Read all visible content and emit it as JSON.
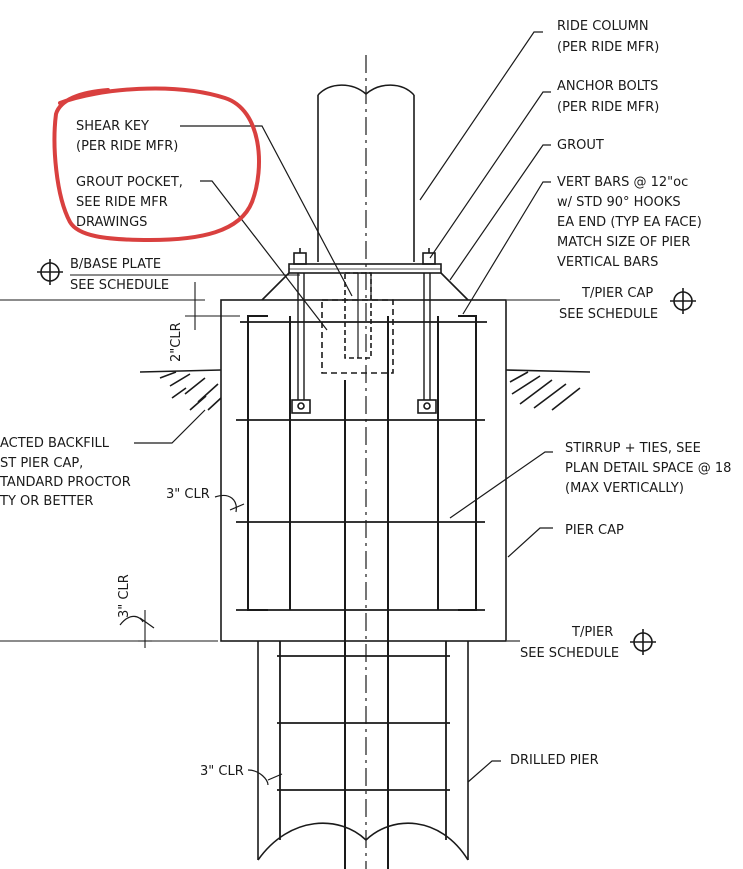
{
  "labels": {
    "ride_column": [
      "RIDE COLUMN",
      "(PER RIDE MFR)"
    ],
    "anchor_bolts": [
      "ANCHOR BOLTS",
      "(PER RIDE MFR)"
    ],
    "grout": [
      "GROUT"
    ],
    "vert_bars": [
      "VERT BARS @ 12\"oc",
      "w/ STD 90° HOOKS",
      "EA END (TYP EA FACE)",
      "MATCH SIZE OF PIER",
      "VERTICAL BARS"
    ],
    "shear_key": [
      "SHEAR KEY",
      "(PER RIDE MFR)"
    ],
    "grout_pocket": [
      "GROUT POCKET,",
      "SEE RIDE MFR",
      "DRAWINGS"
    ],
    "base_plate": [
      "B/BASE PLATE",
      "SEE SCHEDULE"
    ],
    "pier_cap_top": [
      "T/PIER CAP",
      "SEE SCHEDULE"
    ],
    "clr_2": "2\"CLR",
    "backfill": [
      "ACTED BACKFILL",
      "ST PIER CAP,",
      "TANDARD PROCTOR",
      "TY OR BETTER"
    ],
    "clr_3_left": "3\" CLR",
    "stirrup": [
      "STIRRUP + TIES, SEE",
      "PLAN DETAIL SPACE @ 18",
      "(MAX VERTICALLY)"
    ],
    "pier_cap": "PIER CAP",
    "clr_3_vert": "3\" CLR",
    "pier_top": [
      "T/PIER",
      "SEE SCHEDULE"
    ],
    "clr_3_bottom": "3\" CLR",
    "drilled_pier": "DRILLED PIER"
  },
  "colors": {
    "linework": "#1a1a1a",
    "highlight": "#d9403f"
  }
}
